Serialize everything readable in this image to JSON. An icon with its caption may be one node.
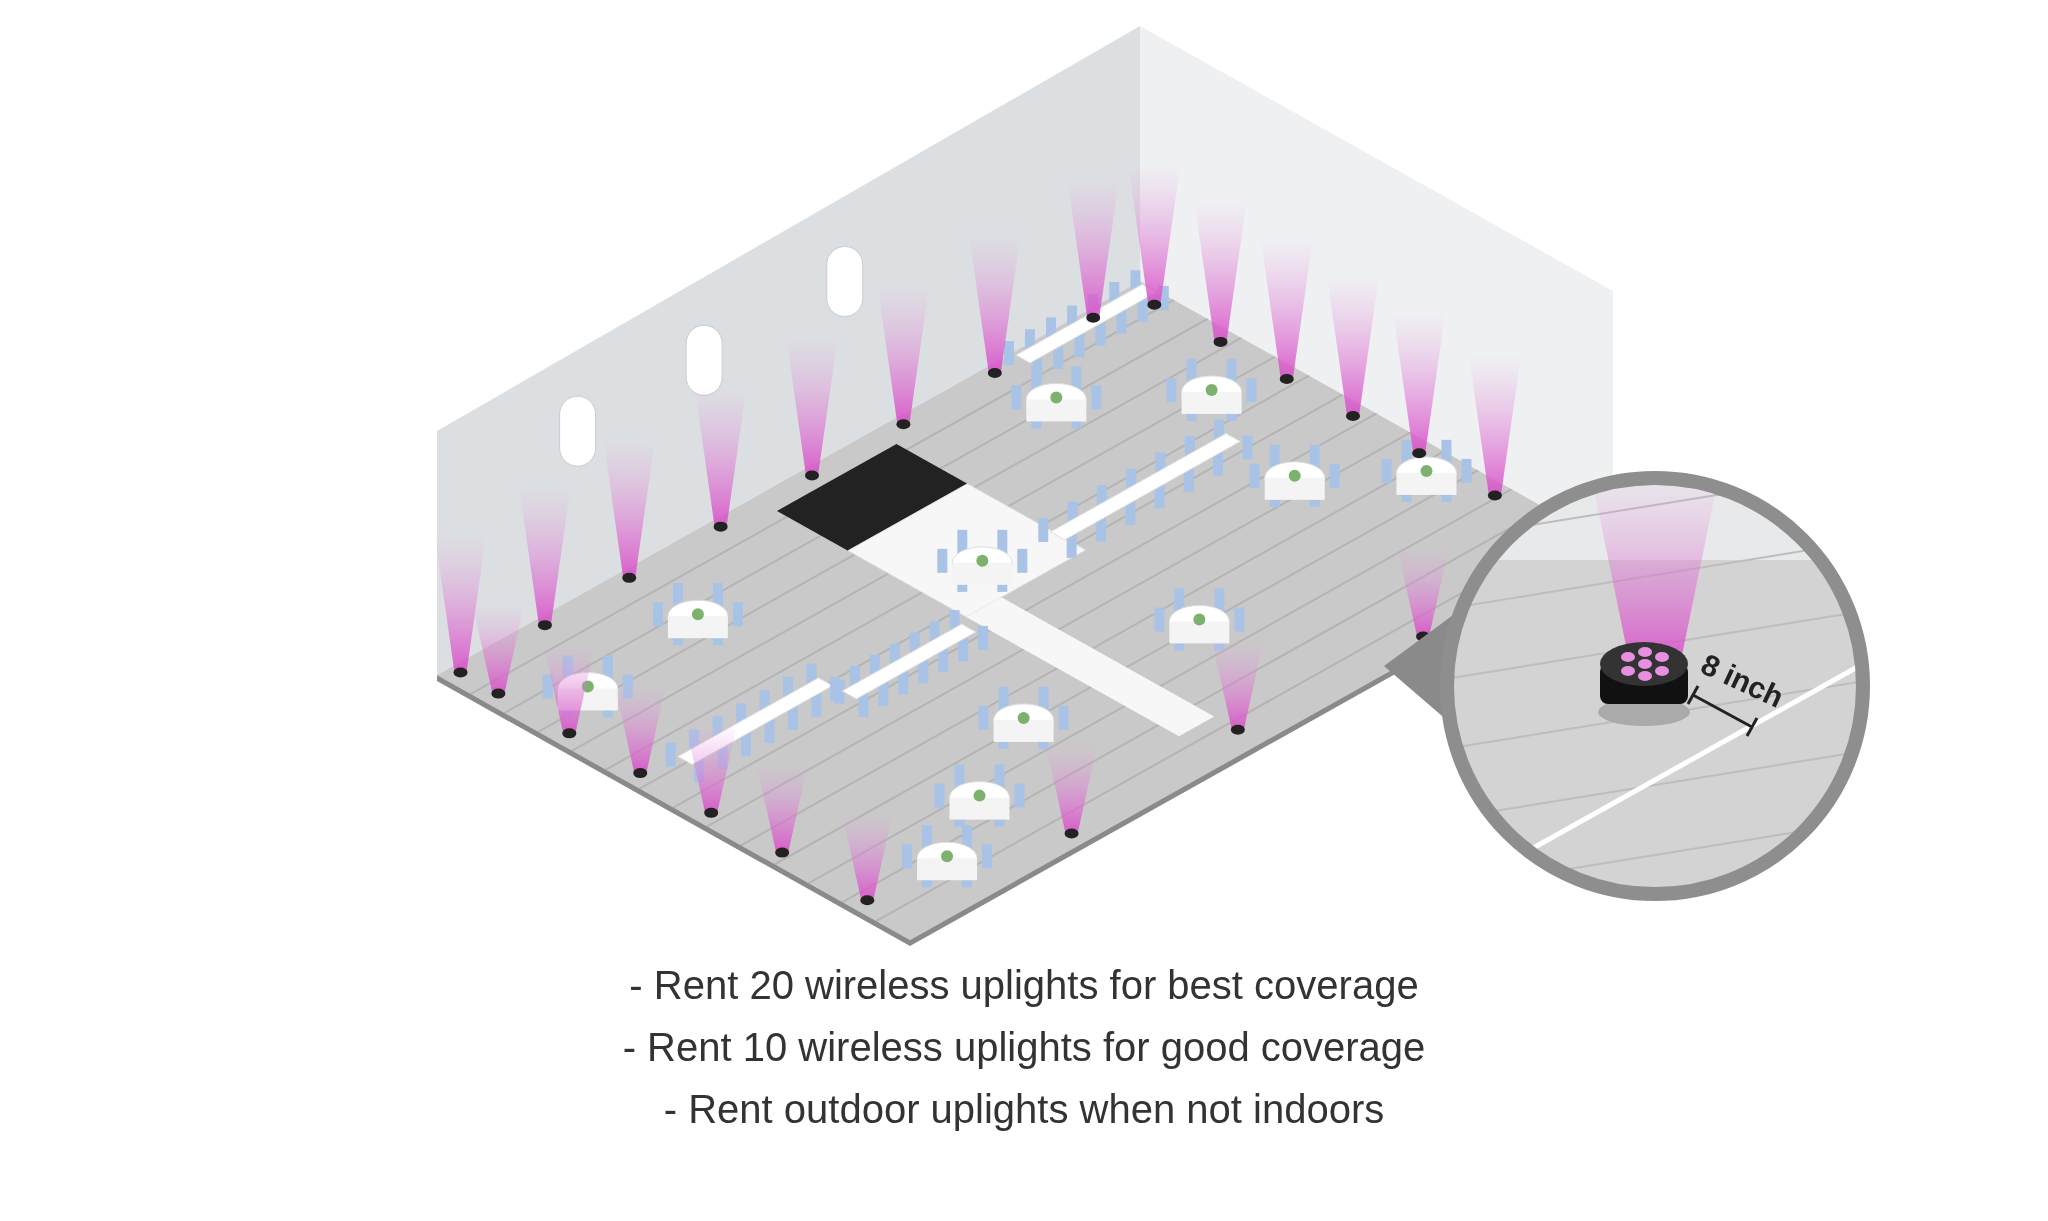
{
  "diagram": {
    "labels": [
      "8 inch",
      "- Rent 20 wireless uplights for best coverage",
      "- Rent 10 wireless uplights for good coverage",
      "- Rent outdoor uplights when not indoors"
    ]
  }
}
